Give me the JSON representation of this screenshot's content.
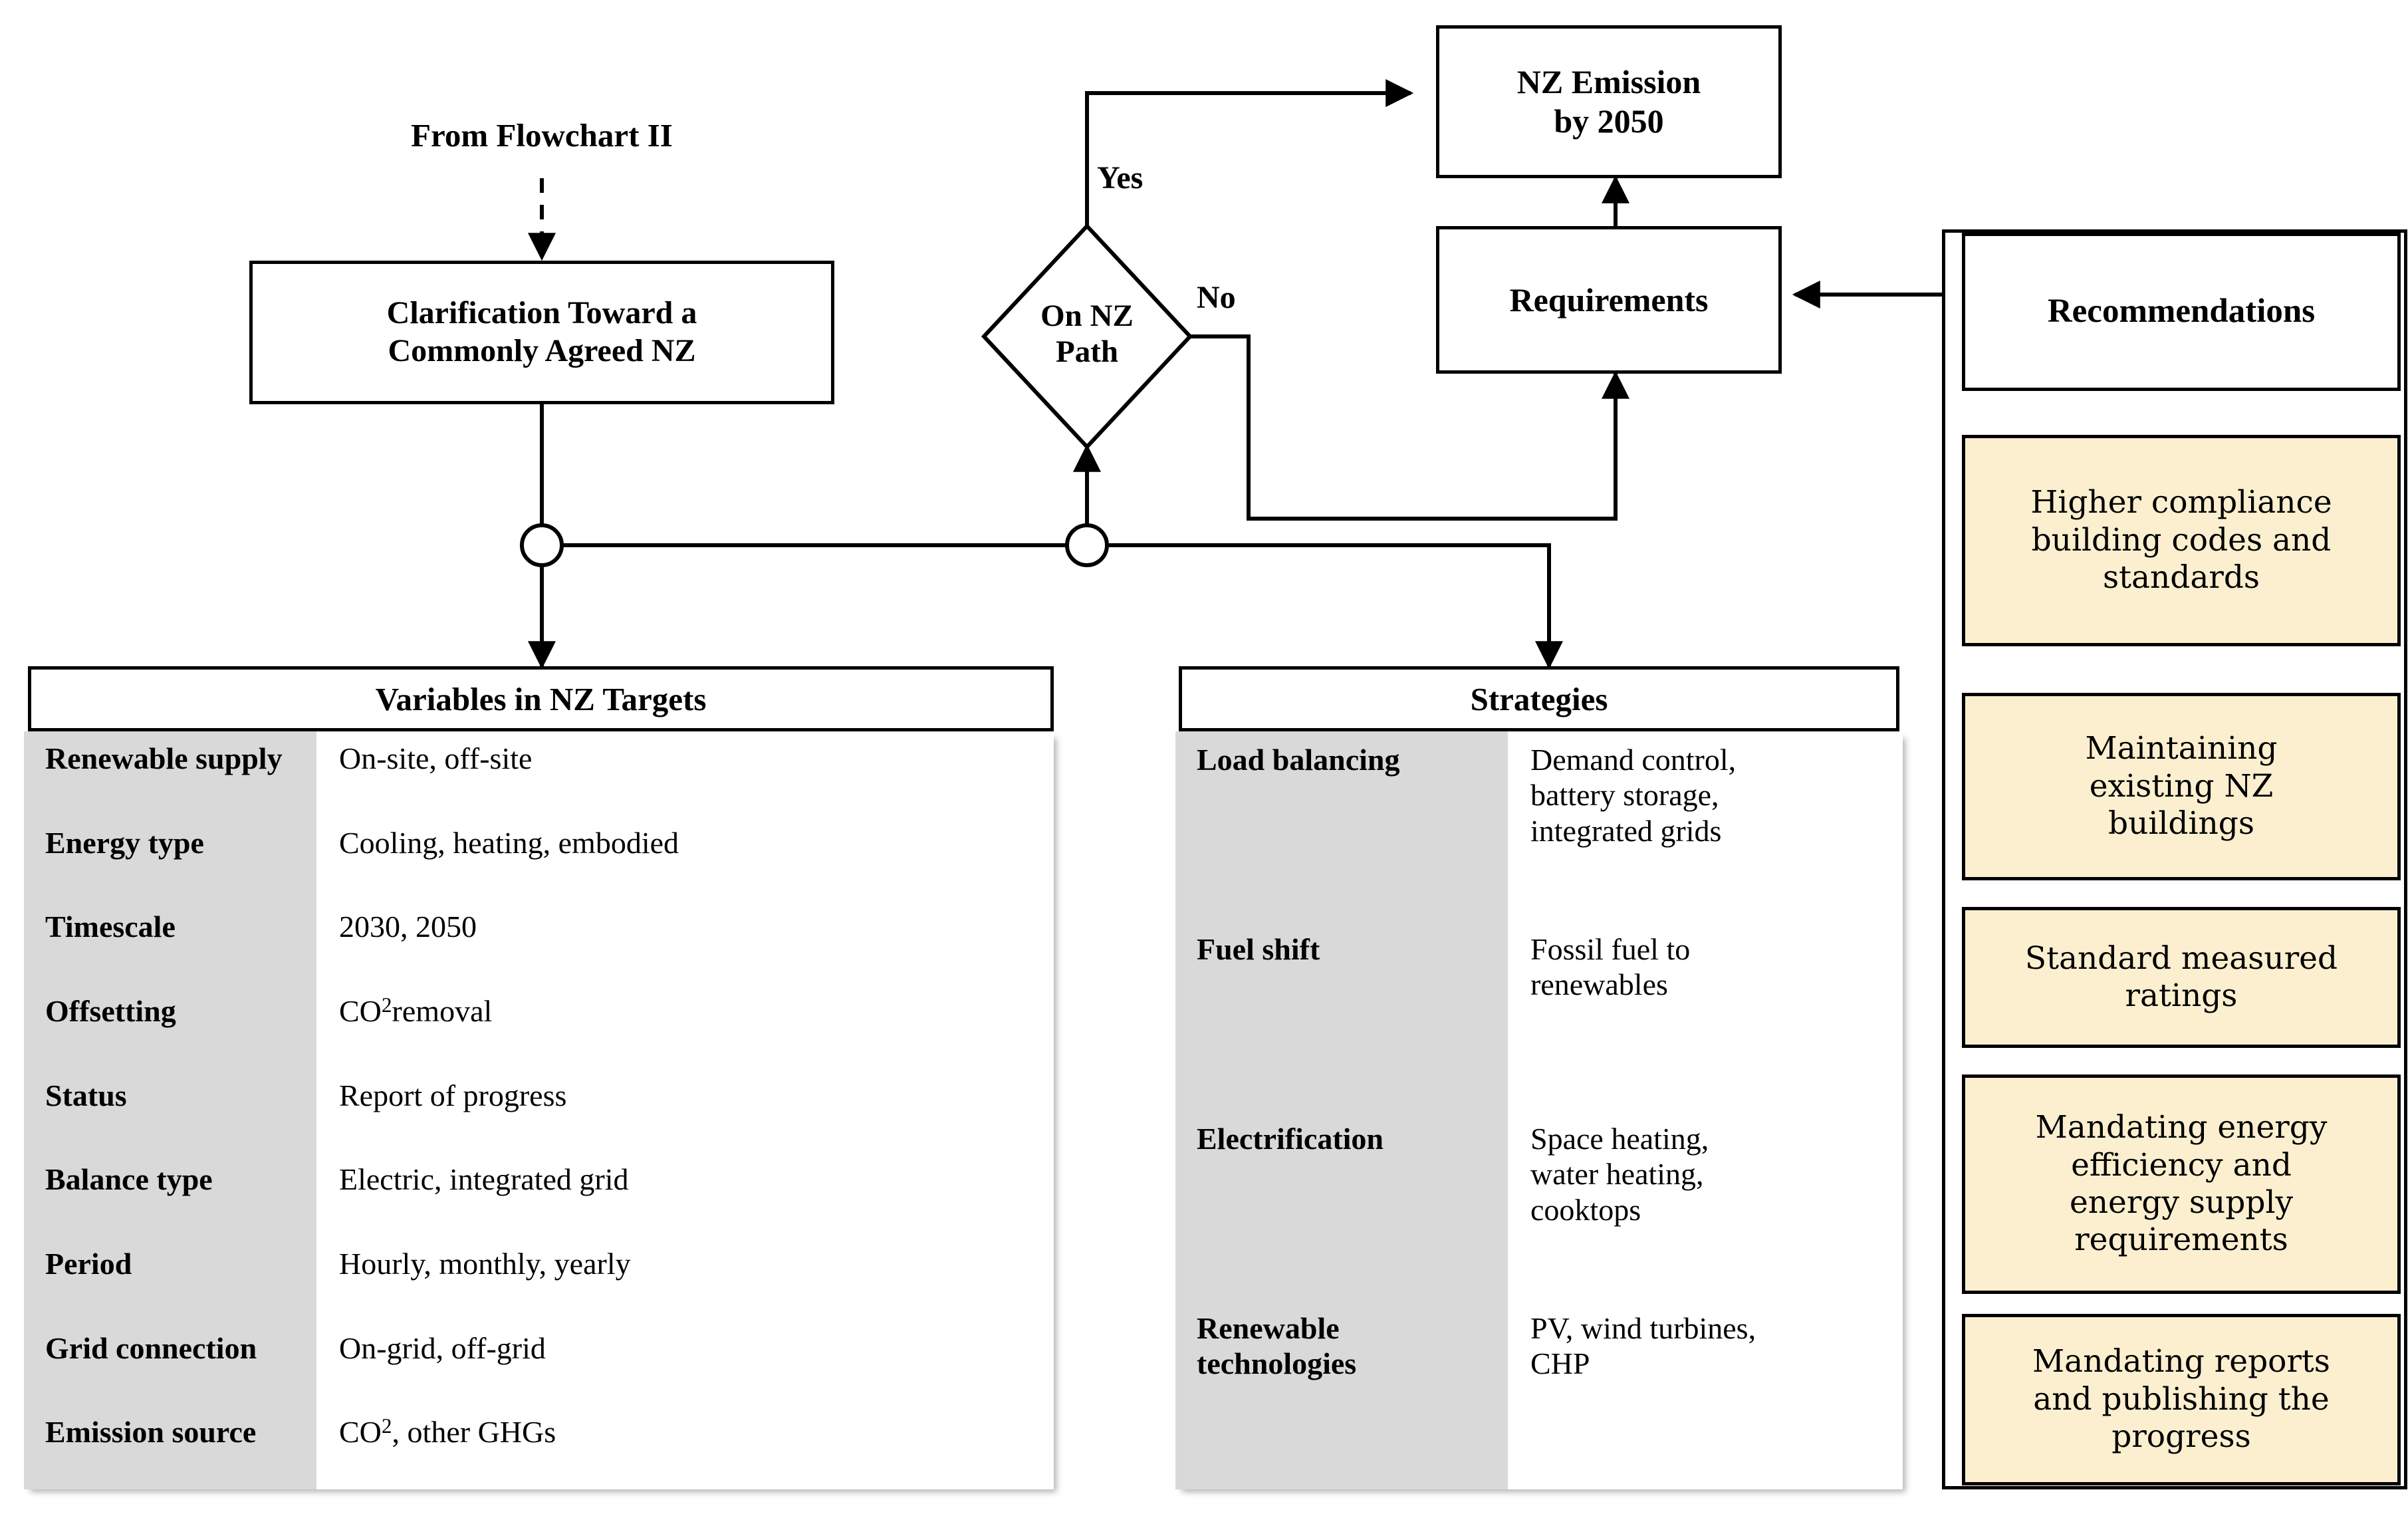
{
  "diagram": {
    "entry_label": "From Flowchart II",
    "nodes": {
      "clarification": "Clarification Toward a\nCommonly Agreed NZ",
      "decision": "On NZ\nPath",
      "nz_emission": "NZ Emission\nby 2050",
      "requirements": "Requirements"
    },
    "edge_labels": {
      "yes": "Yes",
      "no": "No"
    }
  },
  "variables_table": {
    "title": "Variables in NZ Targets",
    "rows": [
      {
        "key": "Renewable supply",
        "value": "On-site, off-site"
      },
      {
        "key": "Energy type",
        "value": "Cooling, heating, embodied"
      },
      {
        "key": "Timescale",
        "value": "2030, 2050"
      },
      {
        "key": "Offsetting",
        "value": "CO2 removal"
      },
      {
        "key": "Status",
        "value": "Report of progress"
      },
      {
        "key": "Balance type",
        "value": "Electric, integrated grid"
      },
      {
        "key": "Period",
        "value": "Hourly, monthly, yearly"
      },
      {
        "key": "Grid connection",
        "value": "On-grid, off-grid"
      },
      {
        "key": "Emission source",
        "value": "CO2, other GHGs"
      }
    ]
  },
  "strategies_table": {
    "title": "Strategies",
    "rows": [
      {
        "key": "Load balancing",
        "value": "Demand control,\nbattery storage,\nintegrated grids"
      },
      {
        "key": "Fuel shift",
        "value": "Fossil fuel to\nrenewables"
      },
      {
        "key": "Electrification",
        "value": "Space heating,\nwater heating,\ncooktops"
      },
      {
        "key": "Renewable\ntechnologies",
        "value": "PV, wind turbines,\nCHP"
      }
    ]
  },
  "recommendations": {
    "title": "Recommendations",
    "items": [
      "Higher compliance\nbuilding codes and\nstandards",
      "Maintaining\nexisting NZ\nbuildings",
      "Standard measured\nratings",
      "Mandating energy\nefficiency and\nenergy supply\nrequirements",
      "Mandating reports\nand publishing the\nprogress"
    ]
  },
  "colors": {
    "recommendation_fill": "#FBEFCF",
    "table_key_fill": "#D9D9D9",
    "stroke": "#000000",
    "background": "#FFFFFF"
  }
}
